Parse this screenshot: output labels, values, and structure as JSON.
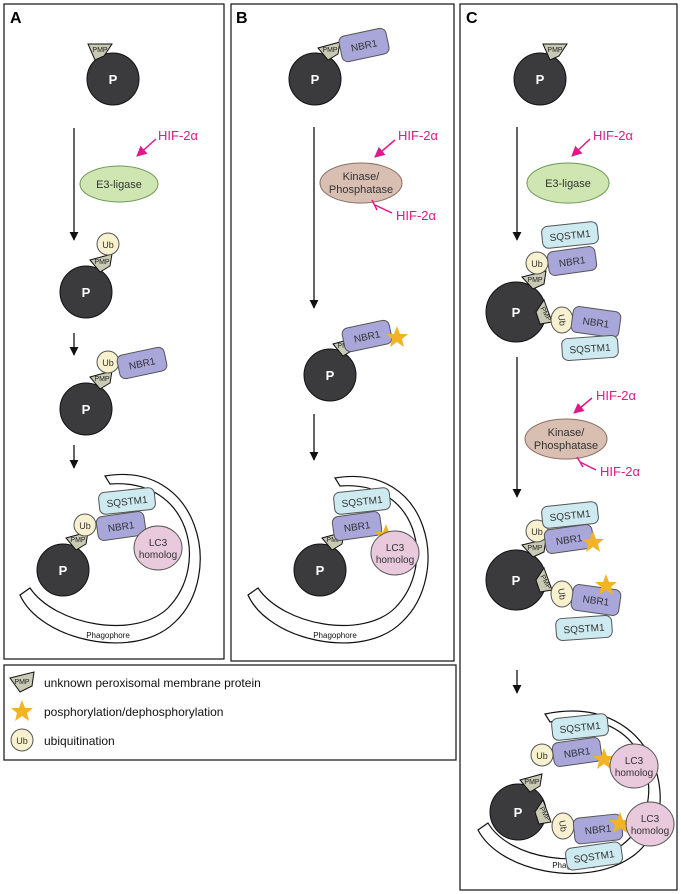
{
  "panels": {
    "a": "A",
    "b": "B",
    "c": "C"
  },
  "labels": {
    "peroxisome": "P",
    "pmp": "PMP",
    "ub": "Ub",
    "nbr1": "NBR1",
    "sqstm1": "SQSTM1",
    "lc3_line1": "LC3",
    "lc3_line2": "homolog",
    "e3": "E3-ligase",
    "kinase_line1": "Kinase/",
    "kinase_line2": "Phosphatase",
    "hif": "HIF-2α",
    "phagophore": "Phagophore"
  },
  "legend": {
    "pmp": "unknown peroxisomal membrane protein",
    "star": "posphorylation/dephosphorylation",
    "ub": "ubiquitination"
  },
  "colors": {
    "peroxisome": "#3b3b3d",
    "nbr1": "#a9a7da",
    "sqstm1": "#cdeaf0",
    "lc3": "#e9c9dc",
    "e3": "#cfe6b2",
    "kinase": "#d9bfb2",
    "hif": "#e0198a",
    "star": "#f2b324",
    "ub": "#f7f1cf",
    "pmp": "#c9cab4"
  }
}
